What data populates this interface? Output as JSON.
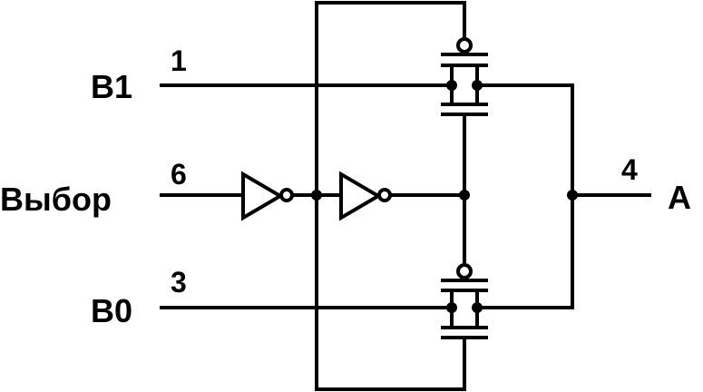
{
  "labels": {
    "b1": "B1",
    "select": "Выбор",
    "b0": "B0",
    "a": "A"
  },
  "pins": {
    "b1": "1",
    "select": "6",
    "b0": "3",
    "a": "4"
  }
}
